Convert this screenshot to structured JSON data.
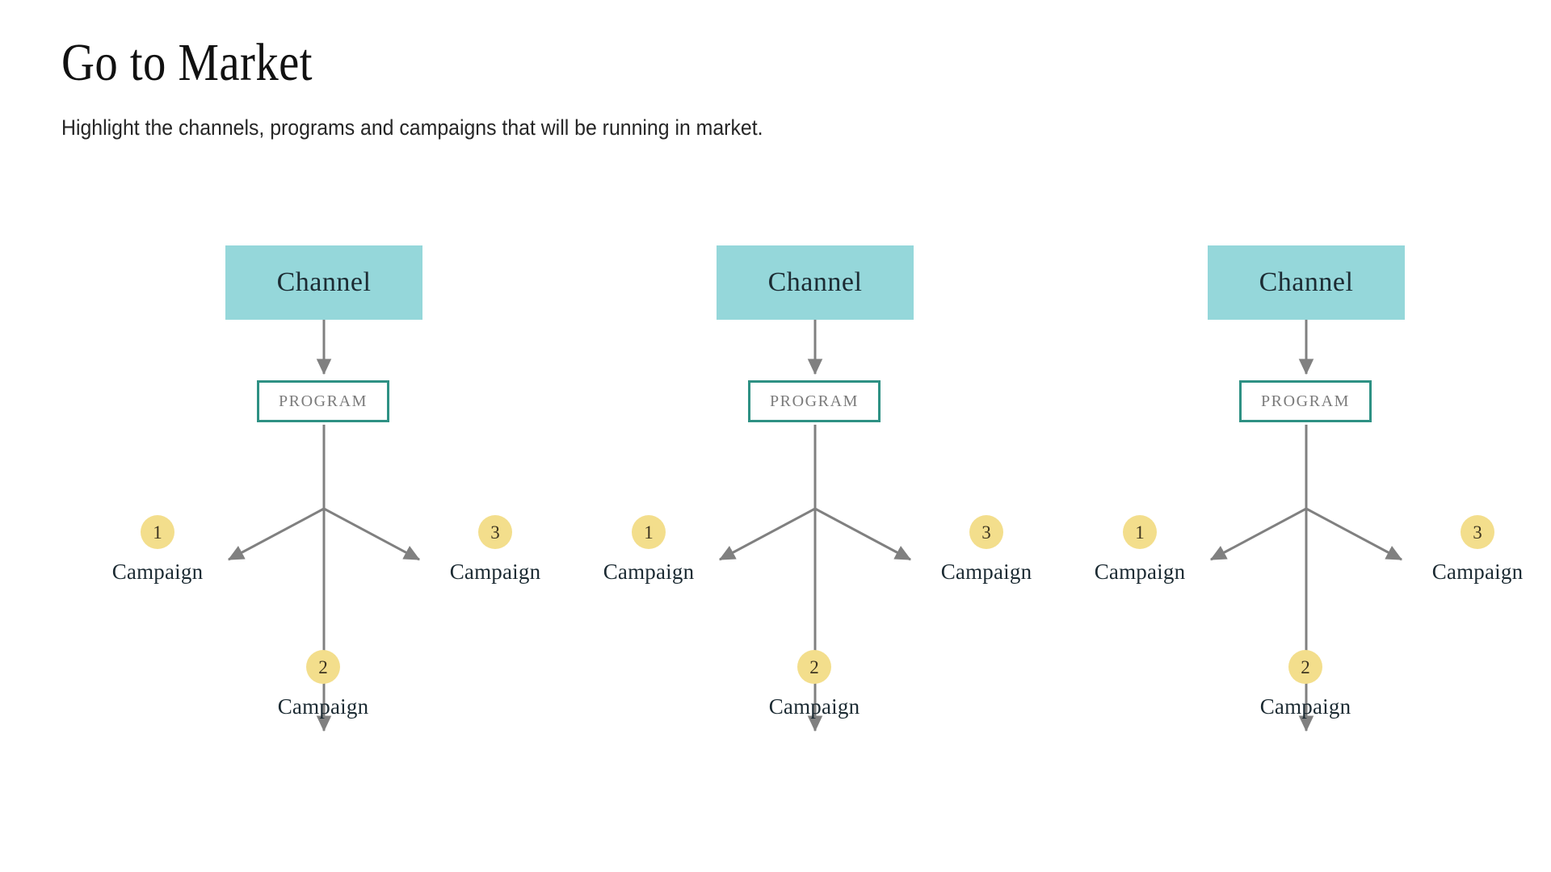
{
  "header": {
    "title": "Go to Market",
    "subtitle": "Highlight the channels, programs and campaigns that will be running in market."
  },
  "colors": {
    "background": "#ffffff",
    "channel_fill": "#95d7da",
    "program_border": "#2e9184",
    "program_fill": "#ffffff",
    "program_text": "#7b7b7b",
    "badge_fill": "#f3de8c",
    "badge_text": "#3d3520",
    "connector": "#808080",
    "title_text": "#111111",
    "body_text": "#262626"
  },
  "diagram": {
    "type": "tree",
    "columns": [
      {
        "channel": {
          "label": "Channel"
        },
        "program": {
          "label": "PROGRAM"
        },
        "campaigns": [
          {
            "number": "1",
            "label": "Campaign",
            "position": "left"
          },
          {
            "number": "2",
            "label": "Campaign",
            "position": "center"
          },
          {
            "number": "3",
            "label": "Campaign",
            "position": "right"
          }
        ]
      },
      {
        "channel": {
          "label": "Channel"
        },
        "program": {
          "label": "PROGRAM"
        },
        "campaigns": [
          {
            "number": "1",
            "label": "Campaign",
            "position": "left"
          },
          {
            "number": "2",
            "label": "Campaign",
            "position": "center"
          },
          {
            "number": "3",
            "label": "Campaign",
            "position": "right"
          }
        ]
      },
      {
        "channel": {
          "label": "Channel"
        },
        "program": {
          "label": "PROGRAM"
        },
        "campaigns": [
          {
            "number": "1",
            "label": "Campaign",
            "position": "left"
          },
          {
            "number": "2",
            "label": "Campaign",
            "position": "center"
          },
          {
            "number": "3",
            "label": "Campaign",
            "position": "right"
          }
        ]
      }
    ]
  }
}
